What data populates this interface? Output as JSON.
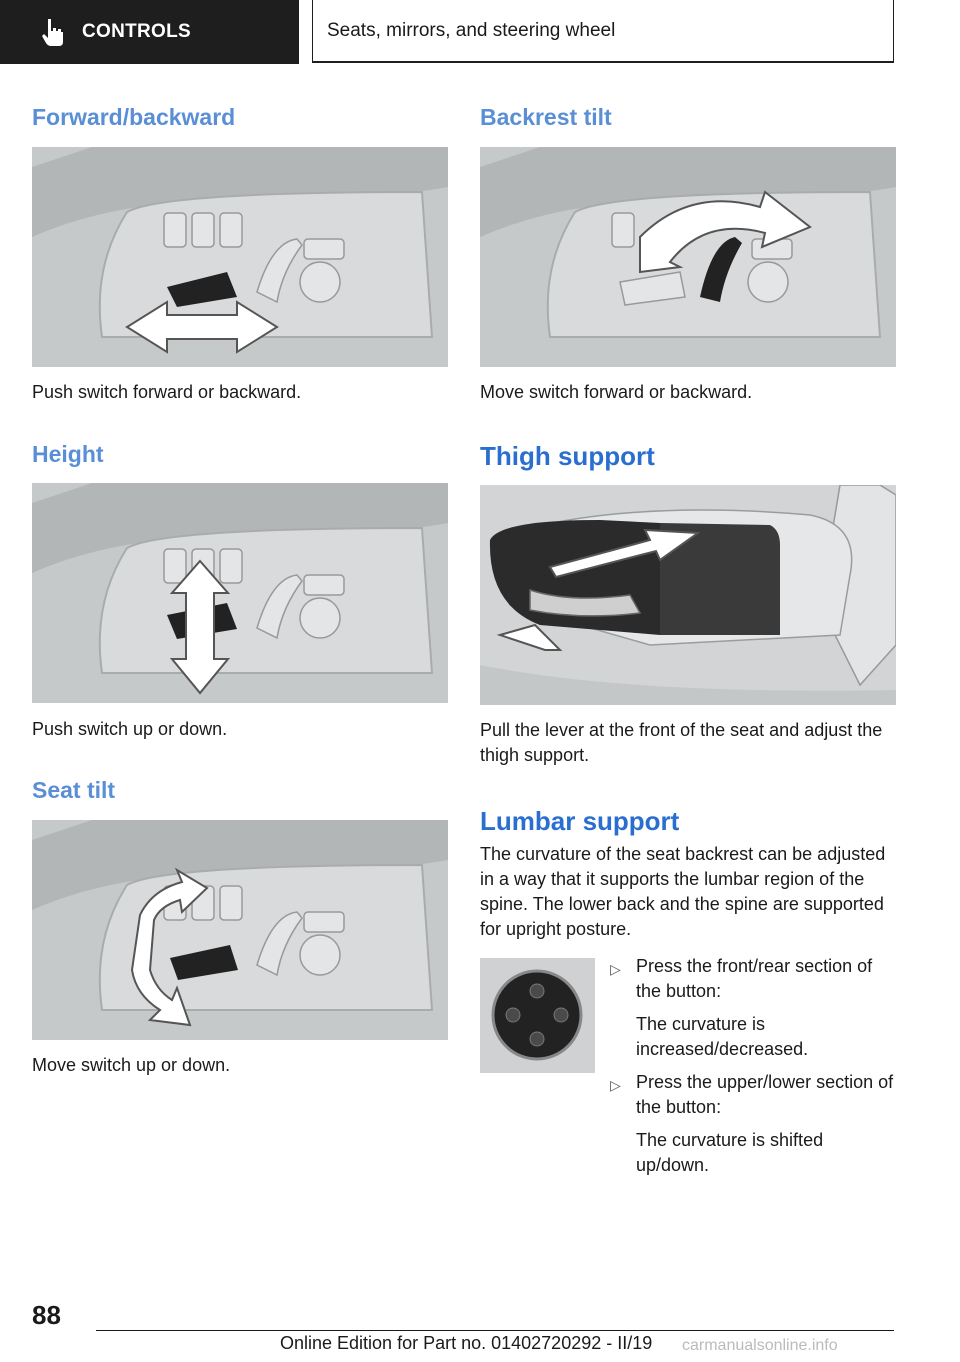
{
  "header": {
    "section": "CONTROLS",
    "title": "Seats, mirrors, and steering wheel"
  },
  "left": {
    "forward": {
      "heading": "Forward/backward",
      "caption": "Push switch forward or backward."
    },
    "height": {
      "heading": "Height",
      "caption": "Push switch up or down."
    },
    "tilt": {
      "heading": "Seat tilt",
      "caption": "Move switch up or down."
    }
  },
  "right": {
    "backrest": {
      "heading": "Backrest tilt",
      "caption": "Move switch forward or backward."
    },
    "thigh": {
      "heading": "Thigh support",
      "caption": "Pull the lever at the front of the seat and adjust the thigh support."
    },
    "lumbar": {
      "heading": "Lumbar support",
      "text": "The curvature of the seat backrest can be adjusted in a way that it supports the lumbar region of the spine. The lower back and the spine are supported for upright posture.",
      "items": [
        {
          "label": "Press the front/rear section of the button:",
          "detail": "The curvature is increased/decreased."
        },
        {
          "label": "Press the upper/lower section of the button:",
          "detail": "The curvature is shifted up/down."
        }
      ]
    }
  },
  "footer": {
    "page": "88",
    "edition": "Online Edition for Part no. 01402720292 - II/19",
    "watermark": "carmanualsonline.info"
  }
}
